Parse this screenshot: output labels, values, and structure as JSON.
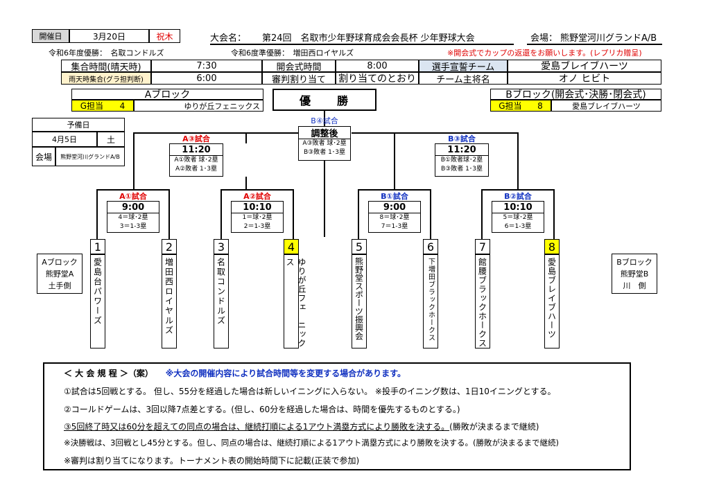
{
  "header": {
    "date_label": "開催日",
    "date_value": "3月20日",
    "day_label": "祝木",
    "event_label": "大会名：",
    "event_name": "第24回　名取市少年野球育成会会長杯 少年野球大会",
    "venue_label": "会場：",
    "venue_name": "熊野堂河川グランドA/B"
  },
  "info": {
    "champion": "令和6年度優勝：　名取コンドルズ",
    "runner_up": "令和6度準優勝：　増田西ロイヤルズ",
    "notice": "※開会式でカップの返還をお願いします。(レプリカ贈呈)"
  },
  "schedule": {
    "gather_label": "集合時間(晴天時)",
    "gather_time": "7:30",
    "rain_label": "雨天時集合(グラ担判断)",
    "rain_time": "6:00",
    "opening_label": "開会式時間",
    "opening_time": "8:00",
    "referee_label": "審判割り当て",
    "referee_value": "割り当てのとおり",
    "oath_label": "選手宣誓チーム",
    "oath_team": "愛島ブレイブハーツ",
    "captain_label": "チーム主将名",
    "captain_name": "オノ ヒビト"
  },
  "blocks": {
    "a_title": "Aブロック",
    "a_g_label": "G担当",
    "a_g_num": "4",
    "a_g_team": "ゆりが丘フェニックス",
    "b_title": "Bブロック(開会式･決勝･閉会式)",
    "b_g_label": "G担当",
    "b_g_num": "8",
    "b_g_team": "愛島ブレイブハーツ",
    "final_title": "優　　勝"
  },
  "reserve": {
    "title": "予備日",
    "date": "4月5日",
    "day": "土",
    "venue_label": "会場",
    "venue": "熊野堂河川グランドA/B"
  },
  "games": {
    "a3": {
      "name": "A③試合",
      "time": "11:20",
      "l1": "A①敗者 球･2塁",
      "l2": "A②敗者 1･3塁"
    },
    "b3": {
      "name": "B③試合",
      "time": "11:20",
      "l1": "B①敗者球･2塁",
      "l2": "B③敗者 1･3塁"
    },
    "b4": {
      "name": "B④試合",
      "time": "調整後",
      "l1": "A③敗者 球･2塁",
      "l2": "B③敗者 1･3塁"
    },
    "a1": {
      "name": "A①試合",
      "time": "9:00",
      "l1": "4＝球･2塁",
      "l2": "3＝1-3塁"
    },
    "a2": {
      "name": "A②試合",
      "time": "10:10",
      "l1": "1＝球･2塁",
      "l2": "2＝1-3塁"
    },
    "b1": {
      "name": "B①試合",
      "time": "9:00",
      "l1": "8＝球･2塁",
      "l2": "7＝1-3塁"
    },
    "b2": {
      "name": "B②試合",
      "time": "10:10",
      "l1": "5＝球･2塁",
      "l2": "6＝1-3塁"
    }
  },
  "teams": [
    {
      "num": "1",
      "name": "愛島台パワーズ",
      "highlight": false
    },
    {
      "num": "2",
      "name": "増田西ロイヤルズ",
      "highlight": false
    },
    {
      "num": "3",
      "name": "名取コンドルズ",
      "highlight": false
    },
    {
      "num": "4",
      "name": "ゆりが丘フェ　ニックス",
      "highlight": true
    },
    {
      "num": "5",
      "name": "熊野堂スポーツ振興会",
      "highlight": false
    },
    {
      "num": "6",
      "name": "下増田ブラックホークス",
      "highlight": false
    },
    {
      "num": "7",
      "name": "館腰ブラックホークス",
      "highlight": false
    },
    {
      "num": "8",
      "name": "愛島ブレイブハーツ",
      "highlight": true
    }
  ],
  "fields": {
    "a": [
      "Aブロック",
      "熊野堂A",
      "土手側"
    ],
    "b": [
      "Bブロック",
      "熊野堂B",
      "川　側"
    ]
  },
  "rules": {
    "title": "＜ 大 会 規 程 ＞（案）",
    "title_note": "※大会の開催内容により試合時間等を変更する場合があります。",
    "r1": "①試合は5回戦とする。 但し、55分を経過した場合は新しいイニングに入らない。 ※投手のイニング数は、1日10イニングとする。",
    "r2": "②コールドゲームは、3回以降7点差とする。(但し、60分を経過した場合は、時間を優先するものとする。)",
    "r3a": "③5回終了時又は60分を超えての同点の場合は、継続打順による1アウト満塁方式により勝敗を決する。",
    "r3b": "(勝敗が決まるまで継続)",
    "r4": "※決勝戦は、3回戦とし45分とする。但し、同点の場合は、継続打順による1アウト満塁方式により勝敗を決する。(勝敗が決まるまで継続)",
    "r5": "※審判は割り当てになります。トーナメント表の開始時間下に記載(正装で参加)"
  }
}
